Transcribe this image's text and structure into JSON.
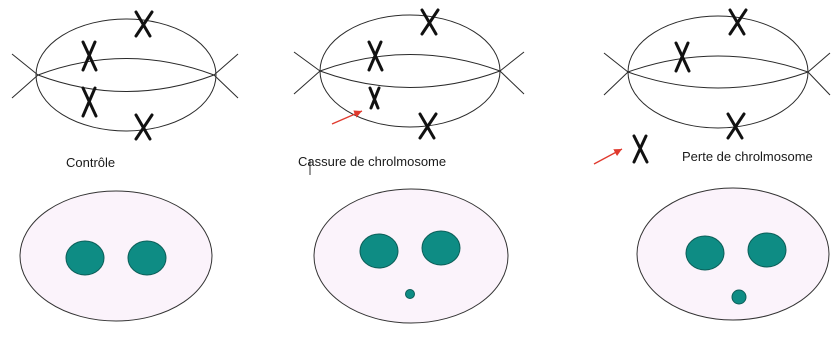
{
  "panels": [
    {
      "label": "Contrôle",
      "lost_chromosome": false,
      "broken_chromosome": false,
      "micronucleus": false
    },
    {
      "label": "Cassure de chrolmosome",
      "lost_chromosome": false,
      "broken_chromosome": true,
      "micronucleus": "small"
    },
    {
      "label": "Perte de chrolmosome",
      "lost_chromosome": true,
      "broken_chromosome": false,
      "micronucleus": "medium"
    }
  ],
  "colors": {
    "spindle": "#2a2a2a",
    "chromosome": "#111111",
    "arrow": "#e03a2e",
    "cell_fill": "#fbf3fb",
    "cell_stroke": "#333333",
    "nucleus_fill": "#0e8c84",
    "nucleus_stroke": "#0b5e58"
  }
}
